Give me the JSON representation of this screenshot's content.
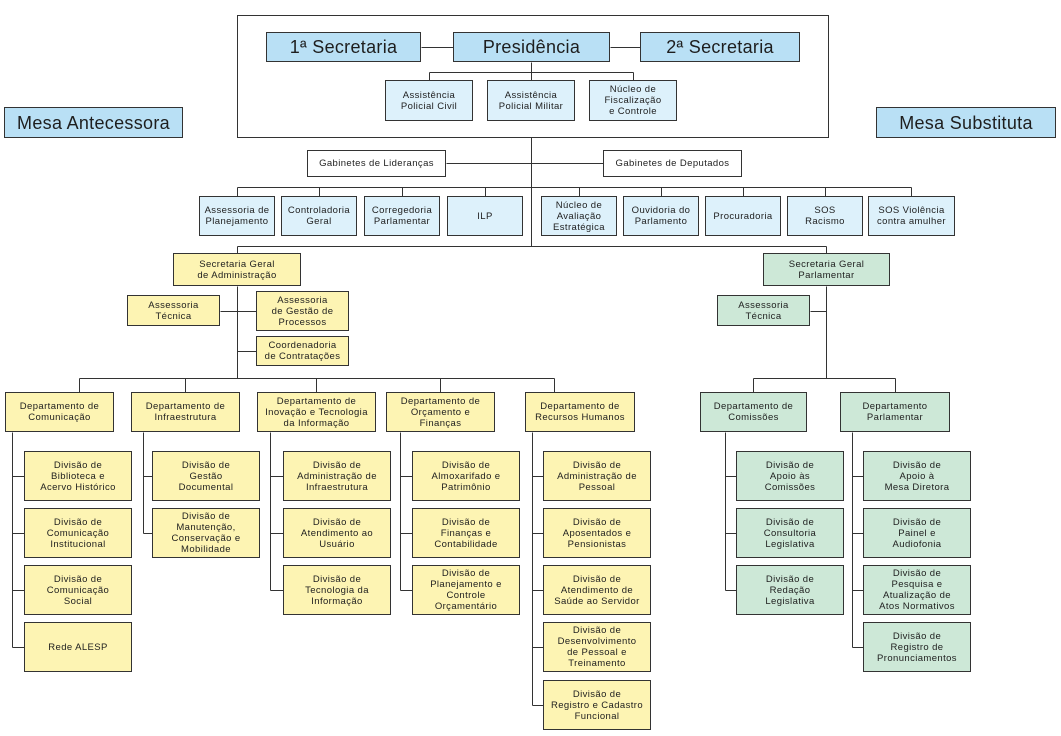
{
  "presidency_board": {
    "first_secretary": "1ª Secretaria",
    "presidency": "Presidência",
    "second_secretary": "2ª Secretaria",
    "units": [
      "Assistência\nPolicial Civil",
      "Assistência\nPolicial Militar",
      "Núcleo de\nFiscalização\ne Controle"
    ]
  },
  "mesa_antecessora": "Mesa Antecessora",
  "mesa_substituta": "Mesa Substituta",
  "cabinets": {
    "leaderships": "Gabinetes de Lideranças",
    "deputies": "Gabinetes de Deputados"
  },
  "staff_units": [
    "Assessoria de\nPlanejamento",
    "Controladoria\nGeral",
    "Corregedoria\nParlamentar",
    "ILP",
    "Núcleo de\nAvaliação\nEstratégica",
    "Ouvidoria do\nParlamento",
    "Procuradoria",
    "SOS\nRacismo",
    "SOS Violência\ncontra amulher"
  ],
  "administration": {
    "title": "Secretaria Geral\nde Administração",
    "technical_advisory": "Assessoria\nTécnica",
    "process_advisory": "Assessoria\nde Gestão de\nProcessos",
    "procurement": "Coordenadoria\nde Contratações",
    "departments": [
      {
        "name": "Departamento de\nComunicação",
        "divisions": [
          "Divisão de\nBiblioteca e\nAcervo Histórico",
          "Divisão de\nComunicação\nInstitucional",
          "Divisão de\nComunicação\nSocial",
          "Rede ALESP"
        ]
      },
      {
        "name": "Departamento de\nInfraestrutura",
        "divisions": [
          "Divisão de\nGestão\nDocumental",
          "Divisão de\nManutenção,\nConservação e\nMobilidade"
        ]
      },
      {
        "name": "Departamento de\nInovação e Tecnologia\nda Informação",
        "divisions": [
          "Divisão de\nAdministração de\nInfraestrutura",
          "Divisão de\nAtendimento ao\nUsuário",
          "Divisão de\nTecnologia da\nInformação"
        ]
      },
      {
        "name": "Departamento de\nOrçamento e\nFinanças",
        "divisions": [
          "Divisão de\nAlmoxarifado e\nPatrimônio",
          "Divisão de\nFinanças e\nContabilidade",
          "Divisão de\nPlanejamento e\nControle\nOrçamentário"
        ]
      },
      {
        "name": "Departamento de\nRecursos Humanos",
        "divisions": [
          "Divisão de\nAdministração de\nPessoal",
          "Divisão de\nAposentados e\nPensionistas",
          "Divisão de\nAtendimento de\nSaúde ao Servidor",
          "Divisão de\nDesenvolvimento\nde Pessoal e\nTreinamento",
          "Divisão de\nRegistro e Cadastro\nFuncional"
        ]
      }
    ]
  },
  "parliamentary": {
    "title": "Secretaria Geral\nParlamentar",
    "technical_advisory": "Assessoria\nTécnica",
    "departments": [
      {
        "name": "Departamento de\nComissões",
        "divisions": [
          "Divisão de\nApoio às\nComissões",
          "Divisão de\nConsultoria\nLegislativa",
          "Divisão de\nRedação\nLegislativa"
        ]
      },
      {
        "name": "Departamento\nParlamentar",
        "divisions": [
          "Divisão de\nApoio à\nMesa Diretora",
          "Divisão de\nPainel e\nAudiofonia",
          "Divisão de\nPesquisa e\nAtualização de\nAtos Normativos",
          "Divisão de\nRegistro de\nPronunciamentos"
        ]
      }
    ]
  },
  "colors": {
    "board_blue": "#b9e0f5",
    "unit_blue": "#ddf1fb",
    "administration_yellow": "#fdf4b3",
    "parliamentary_green": "#cde8d7",
    "line": "#333333"
  }
}
